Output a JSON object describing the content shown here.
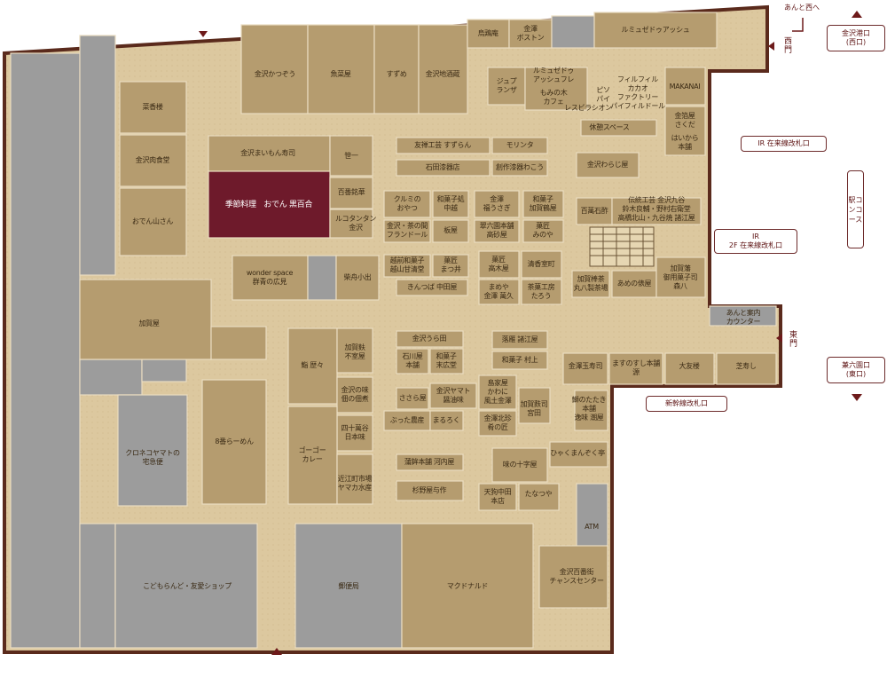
{
  "shops": {
    "karaoke_kaga": "加賀屋",
    "saikabo": "菜香楼",
    "kanazawa_nikushokudo": "金沢肉食堂",
    "oden_yamasan": "おでん山さん",
    "kanazawa_katsuzo": "金沢かつぞう",
    "uomiya": "魚菜屋",
    "suzume": "すずめ",
    "kanazawa_jizakaya": "金沢地酒蔵",
    "torikyo": "烏鶏庵",
    "kanazawa_boston": "金澤\nボストン",
    "le_musee_de_h": "ルミュゼドゥアッシュ",
    "jupe_lanza": "ジュプ\nランザ",
    "le_musee_fle": "ルミュゼドゥ\nアッシュフレ",
    "mominoki_cafe": "もみの木\nカフェ",
    "pio_pai": "ピソ\nパイ",
    "restaurant_pl": "レスビラシオン",
    "phil_phil": "フィルフィル\nカカオ\nファクトリー\nパイフィルドール",
    "makanai": "MAKANAI",
    "kanazawa_sakuda": "金箔屋\nさくだ",
    "haikara_honpo": "はいから\n本舗",
    "rest_space": "休憩スペース",
    "maimon_sushi": "金沢まいもん寿司",
    "sasaichi": "笹一",
    "kisetsu_oden": "季節料理　おでん 黒百合",
    "hyakuban_meika": "百番銘華",
    "ruko_tantan": "ルコタンタン\n金沢",
    "yuzen_suzuran": "友禅工芸 すずらん",
    "ishida_shikki": "石田漆器店",
    "morinsa": "モリンタ",
    "sousaku_wakou": "創作漆器わこう",
    "kanazawa_warabiya": "金沢わらじ屋",
    "kurumino_oyatsu": "クルミの\nおやつ",
    "wagashi_nakazuki": "和菓子処\n中越",
    "kanazawa_tousagi": "金澤\n福うさぎ",
    "wagashi_kagatsuru": "和菓子\n加賀鶴屋",
    "hyakumangoku_ten": "百萬石酢",
    "dentou_kogei": "伝統工芸 金沢九谷\n鈴木良輔・野村右衛堂\n高橋北山・九谷焼 諸江屋",
    "kanazawa_cha": "金沢・茶の間\nフランドール",
    "itaya": "板屋",
    "cuiyoku": "翠六園本舗\n高砂屋",
    "kashi_minoya": "菓匠\nみのや",
    "wonder_space": "wonder space\n群青の広見",
    "shibafune_koide": "柴舟小出",
    "kodai_wagashi": "越前和菓子\n越山甘清堂",
    "kashi_matsui": "菓匠\nまつ井",
    "kashi_takagiya": "菓匠\n高木屋",
    "seika_muromachi": "清香室町",
    "kingtsuba_nakata": "きんつば 中田屋",
    "mameya_kanazawa": "まめや\n金澤 萬久",
    "chaho_kobo": "茶菓工房\nたろう",
    "kagabocha": "加賀棒茶\n丸八製茶場",
    "ameno_hashimoto": "あめの俵屋",
    "kagahome_morihachi": "加賀藩\n御用菓子司\n森八",
    "kaga_ya": "加賀屋",
    "kagahana_fuwa": "加賀麸\n不室屋",
    "kanazawa_ura": "金沢うら田",
    "ishikawaya_honpo": "石川屋\n本舗",
    "wagashi_suehiro": "和菓子\n末広堂",
    "shiose_moroeya": "落雁 諸江屋",
    "wagashi_murakami": "和菓子 村上",
    "uo_rekirek": "鮨 歴々",
    "kanazawa_aji_tsukudani": "金沢の味\n佃の佃煮",
    "sasaraya": "ささら屋",
    "kanazawa_yamato": "金沢ヤマト\n醤油味",
    "shimaya_kawani": "島家屋\nかわに\n風土金澤",
    "kaga_yoshiji": "加賀麩司\n宮田",
    "puttato_hata": "ぶった農産",
    "marumoku": "まるろく",
    "kanazawa_hokuriku_sake": "金澤北珍\n肴の匠",
    "yonjuman_nihonshu": "四十萬谷\n日本味",
    "hachiban_ramen": "8番らーめん",
    "gogo_curry": "ゴーゴー\nカレー",
    "kamaboko_kawachiya": "蒲鉾本舗 河内屋",
    "aji_jujiya": "味の十字屋",
    "omicho_yamakasui": "近江町市場\nヤマカ水産",
    "sugino_yosaku": "杉野屋与作",
    "tengu_nakata": "天狗中田\n本店",
    "tanatsuya": "たなつや",
    "kuroneko_yamato": "クロネコヤマトの\n宅急便",
    "kanazawa_tamasushi": "金澤玉寿司",
    "masunosushi": "ますのすし本舗\n源",
    "daitomoro": "大友楼",
    "shijumi": "芝寿し",
    "tatatoki": "鰤のたたき\n本舗\n逸味 潮屋",
    "hyakuman_gasoku": "ひゃくまんぞく亭",
    "atm": "ATM",
    "kodomo_land": "こどもらんど・友愛ショップ",
    "yubinkyoku": "郵便局",
    "mcdonalds": "マクドナルド",
    "kanazawa_hyakubangai": "金沢百番街\nチャンスセンター"
  },
  "facilities": {
    "info_counter": "あんと案内\nカウンター",
    "west_gate": "西\n門",
    "east_gate": "東\n門",
    "ir_gate_1": "IR 在来線改札口",
    "ir_gate_2": "IR\n2F 在来線改札口",
    "shinkansen_gate": "新幹線改札口",
    "station_concourse": "駅コンコース",
    "kanazawa_port_west": "金沢港口\n(西口)",
    "kenroku_east": "兼六園口\n(東口)",
    "anto_west": "あんと西へ"
  },
  "colors": {
    "floor": "#d9c49a",
    "shop": "#b59c6f",
    "highlight": "#6e1a2b",
    "gray": "#9c9c9c",
    "outline": "#5a2a1c"
  }
}
